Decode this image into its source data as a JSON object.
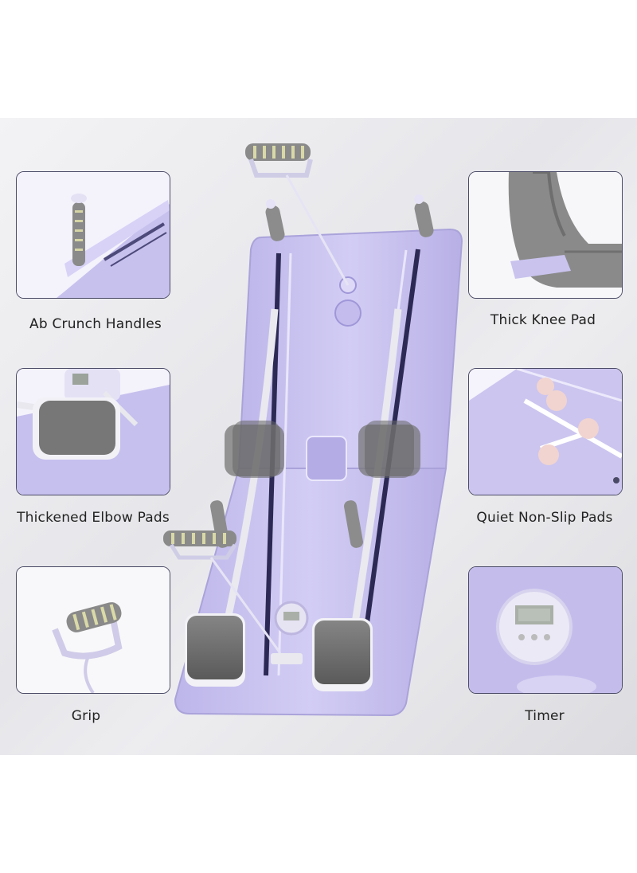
{
  "features": {
    "ab_crunch_handles": "Ab Crunch Handles",
    "thick_knee_pad": "Thick Knee Pad",
    "thickened_elbow_pads": "Thickened Elbow Pads",
    "quiet_non_slip_pads": "Quiet Non-Slip Pads",
    "grip": "Grip",
    "timer": "Timer"
  },
  "colors": {
    "board": "#c9c3ef",
    "pad": "#6b6b6b",
    "panel_border": "#4a4a66",
    "non_slip_pad": "#f1d4d0"
  }
}
